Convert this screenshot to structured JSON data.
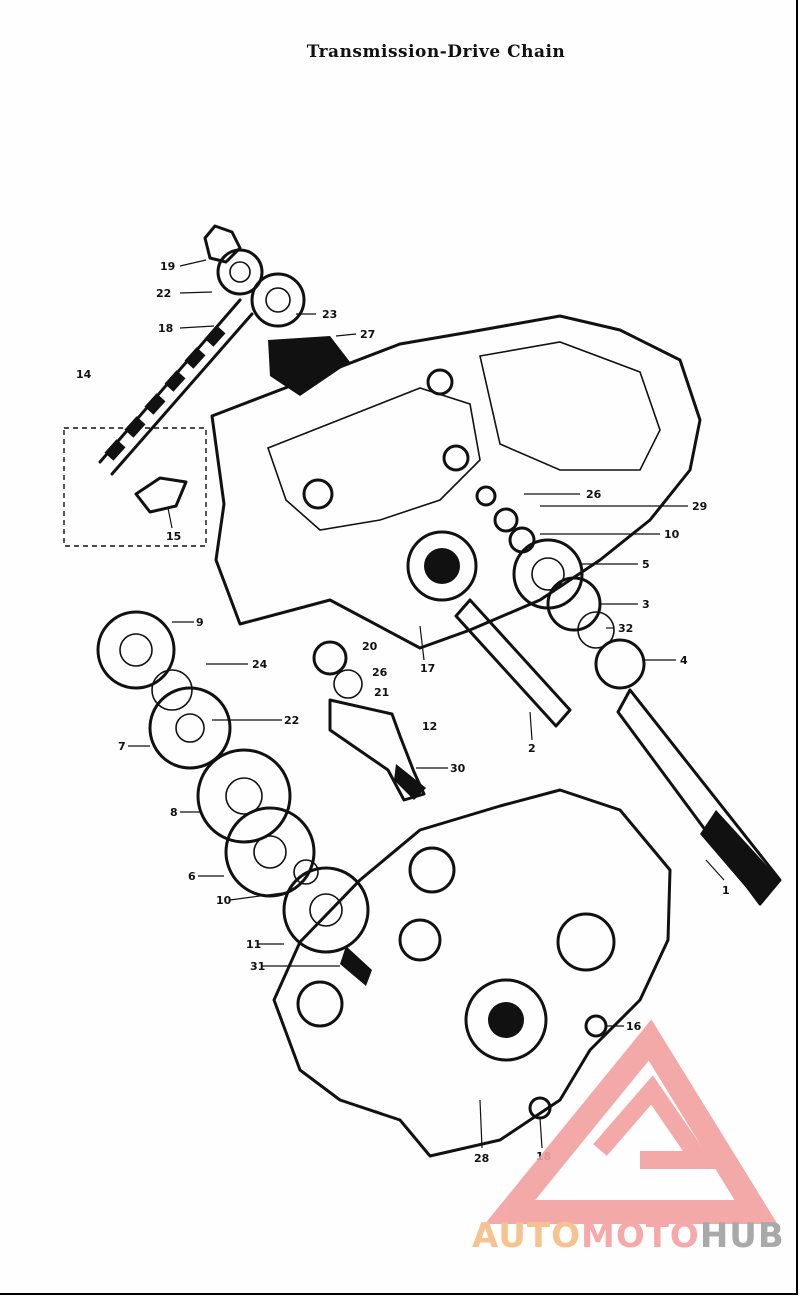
{
  "page": {
    "title": "Transmission-Drive Chain"
  },
  "callouts": [
    {
      "id": "19a",
      "text": "19"
    },
    {
      "id": "22a",
      "text": "22"
    },
    {
      "id": "18a",
      "text": "18"
    },
    {
      "id": "14",
      "text": "14"
    },
    {
      "id": "23",
      "text": "23"
    },
    {
      "id": "27",
      "text": "27"
    },
    {
      "id": "15",
      "text": "15"
    },
    {
      "id": "26a",
      "text": "26"
    },
    {
      "id": "29",
      "text": "29"
    },
    {
      "id": "10a",
      "text": "10"
    },
    {
      "id": "5",
      "text": "5"
    },
    {
      "id": "3",
      "text": "3"
    },
    {
      "id": "32",
      "text": "32"
    },
    {
      "id": "4",
      "text": "4"
    },
    {
      "id": "9",
      "text": "9"
    },
    {
      "id": "20",
      "text": "20"
    },
    {
      "id": "26b",
      "text": "26"
    },
    {
      "id": "24",
      "text": "24"
    },
    {
      "id": "21",
      "text": "21"
    },
    {
      "id": "12",
      "text": "12"
    },
    {
      "id": "17",
      "text": "17"
    },
    {
      "id": "22b",
      "text": "22"
    },
    {
      "id": "7",
      "text": "7"
    },
    {
      "id": "2",
      "text": "2"
    },
    {
      "id": "30",
      "text": "30"
    },
    {
      "id": "8",
      "text": "8"
    },
    {
      "id": "6",
      "text": "6"
    },
    {
      "id": "10b",
      "text": "10"
    },
    {
      "id": "1",
      "text": "1"
    },
    {
      "id": "11",
      "text": "11"
    },
    {
      "id": "31",
      "text": "31"
    },
    {
      "id": "16",
      "text": "16"
    },
    {
      "id": "28",
      "text": "28"
    },
    {
      "id": "18b",
      "text": "18"
    }
  ],
  "watermark": {
    "part1": "AUTO",
    "part2": "MOTO",
    "part3": "HUB",
    "colors": {
      "orange": "#f6c28f",
      "pink": "#f7a8a8",
      "gray": "#a9a9a9",
      "triangle": "#f4a0a0"
    }
  }
}
